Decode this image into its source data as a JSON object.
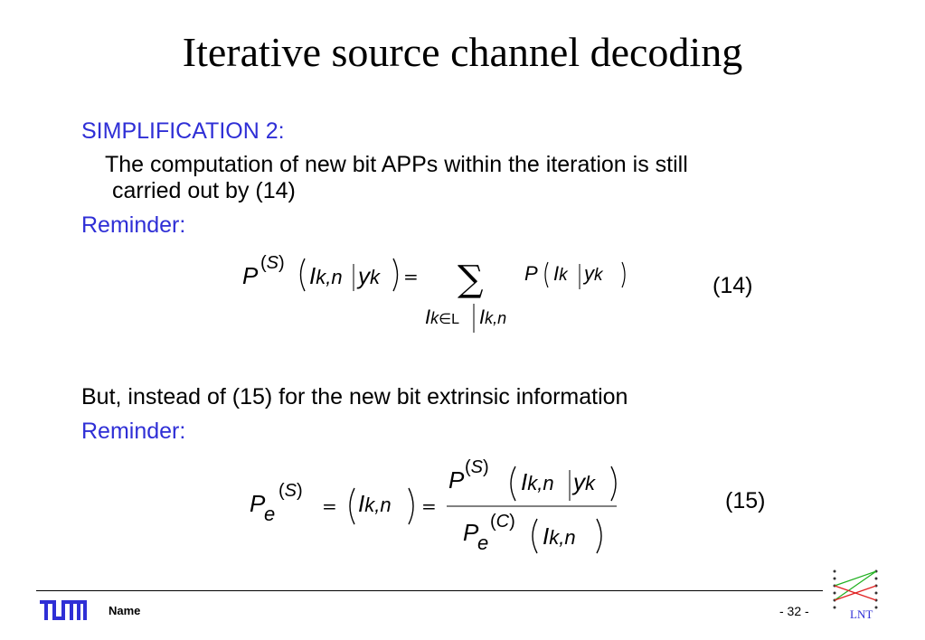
{
  "slide": {
    "title": "Iterative source channel decoding",
    "simplification_heading": "SIMPLIFICATION 2:",
    "body_line1": "The computation of new bit APPs within the iteration is still",
    "body_line2": "carried out by (14)",
    "reminder1": "Reminder:",
    "eq14": {
      "P": "P",
      "S": "S",
      "lhs_arg": "k,n",
      "y": "y",
      "k": "k",
      "eq": "=",
      "sum_sub_in": "∈L",
      "sum_sub_arg": "k,n",
      "rhs_P": "P",
      "number": "(14)"
    },
    "body_line3": "But, instead of (15) for the new bit extrinsic information",
    "reminder2": "Reminder:",
    "eq15": {
      "P": "P",
      "e": "e",
      "S": "S",
      "C": "C",
      "k_n": "k,n",
      "y": "y",
      "k": "k",
      "eq": "=",
      "number": "(15)"
    }
  },
  "footer": {
    "logo": "TUM",
    "name": "Name",
    "page": "- 32 -",
    "lnt_logo": "LNT"
  },
  "colors": {
    "accent_blue": "#2f2fd6",
    "lnt_red": "#e02020",
    "lnt_green": "#20b020"
  }
}
